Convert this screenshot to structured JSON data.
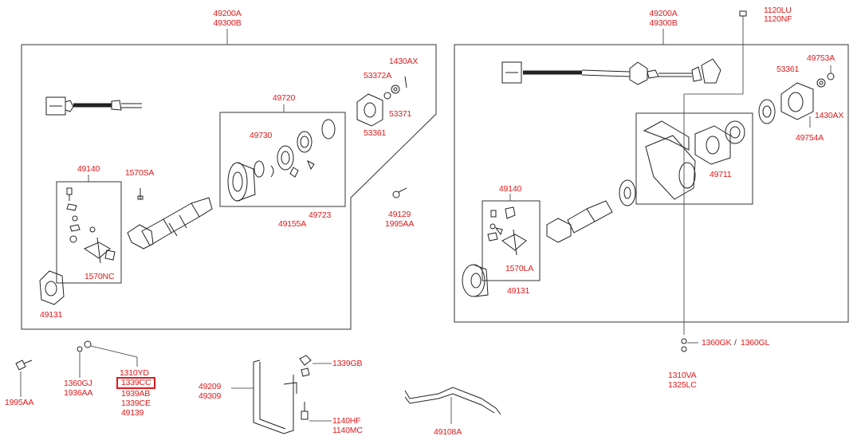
{
  "colors": {
    "label": "#e0191b",
    "line": "#333333",
    "background": "#ffffff"
  },
  "selected_part": "1339CC",
  "labels": {
    "l_49200a_left": "49200A",
    "l_49300b_left": "49300B",
    "l_49720": "49720",
    "l_49730": "49730",
    "l_49155a": "49155A",
    "l_49723": "49723",
    "l_53372a_left": "53372A",
    "l_1430ax_left": "1430AX",
    "l_53371": "53371",
    "l_53361_left": "53361",
    "l_49140_left": "49140",
    "l_1570sa": "1570SA",
    "l_1570nc": "1570NC",
    "l_49131_left": "49131",
    "l_49129": "49129",
    "l_1995aa_mid": "1995AA",
    "l_49200a_right": "49200A",
    "l_49300b_right": "49300B",
    "l_1120lu": "1120LU",
    "l_1120nf": "1120NF",
    "l_53361_right": "53361",
    "l_49753a": "49753A",
    "l_1430ax_right": "1430AX",
    "l_49754a": "49754A",
    "l_49711": "49711",
    "l_49140_right": "49140",
    "l_1570la": "1570LA",
    "l_49131_right": "49131",
    "l_1360gk": "1360GK",
    "l_slash": "/",
    "l_1360gl": "1360GL",
    "l_1310va": "1310VA",
    "l_1325lc": "1325LC",
    "l_1995aa_bottom": "1995AA",
    "l_1360gj": "1360GJ",
    "l_1936aa": "1936AA",
    "l_1310yd": "1310YD",
    "l_1339cc": "1339CC",
    "l_1939ab": "1939AB",
    "l_1339ce": "1339CE",
    "l_49139": "49139",
    "l_49209": "49209",
    "l_49309": "49309",
    "l_1339gb": "1339GB",
    "l_1140hf": "1140HF",
    "l_1140mc": "1140MC",
    "l_49108a": "49108A"
  }
}
